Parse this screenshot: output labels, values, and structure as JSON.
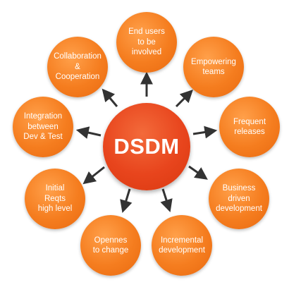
{
  "center": {
    "label": "DSDM"
  },
  "principles": [
    "End users\nto be\ninvolved",
    "Empowering\nteams",
    "Frequent\nreleases",
    "Business\ndriven\ndevelopment",
    "Incremental\ndevelopment",
    "Opennes\nto change",
    "Initial\nReqts\nhigh level",
    "Integration\nbetween\nDev & Test",
    "Collaboration\n&\nCooperation"
  ],
  "colors": {
    "outer": "#f57d1f",
    "center": "#e8451d",
    "arrow": "#333333",
    "text": "#ffffff"
  }
}
